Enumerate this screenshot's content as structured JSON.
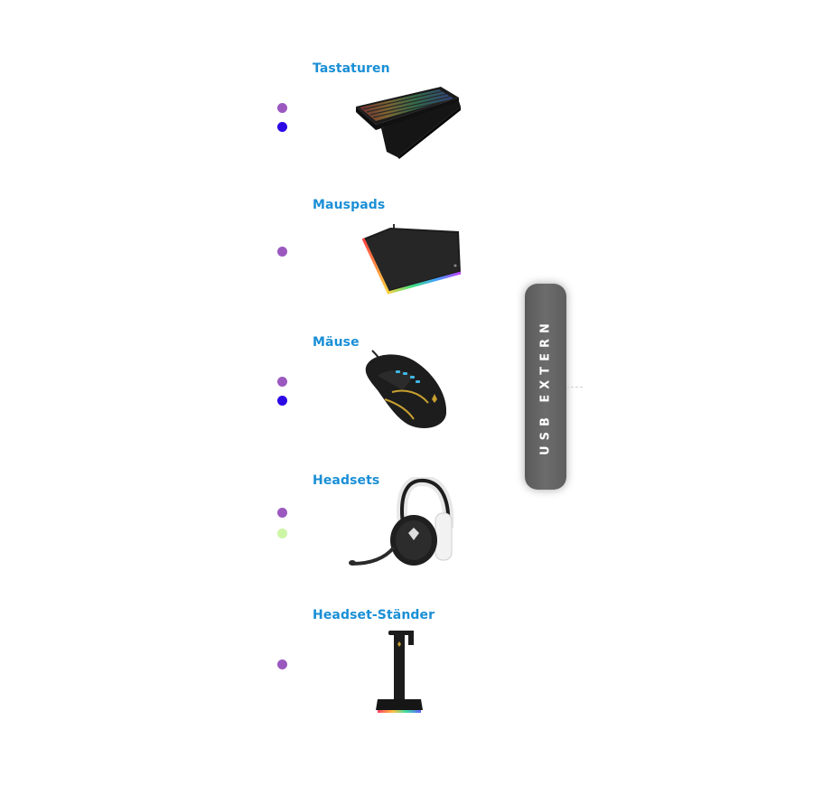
{
  "colors": {
    "label": "#1a8fd6",
    "dot_purple": "#9b59c0",
    "dot_blue": "#2d08e6",
    "dot_green": "#cdf5a6",
    "pill": "#606060"
  },
  "categories": [
    {
      "label": "Tastaturen",
      "icon": "keyboard-icon",
      "dots": [
        "purple",
        "blue"
      ]
    },
    {
      "label": "Mauspads",
      "icon": "mousepad-icon",
      "dots": [
        "purple"
      ]
    },
    {
      "label": "Mäuse",
      "icon": "mouse-icon",
      "dots": [
        "purple",
        "blue"
      ]
    },
    {
      "label": "Headsets",
      "icon": "headset-icon",
      "dots": [
        "purple",
        "green"
      ]
    },
    {
      "label": "Headset-Ständer",
      "icon": "headset-stand-icon",
      "dots": [
        "purple"
      ]
    }
  ],
  "usb_label": "USB EXTERN"
}
